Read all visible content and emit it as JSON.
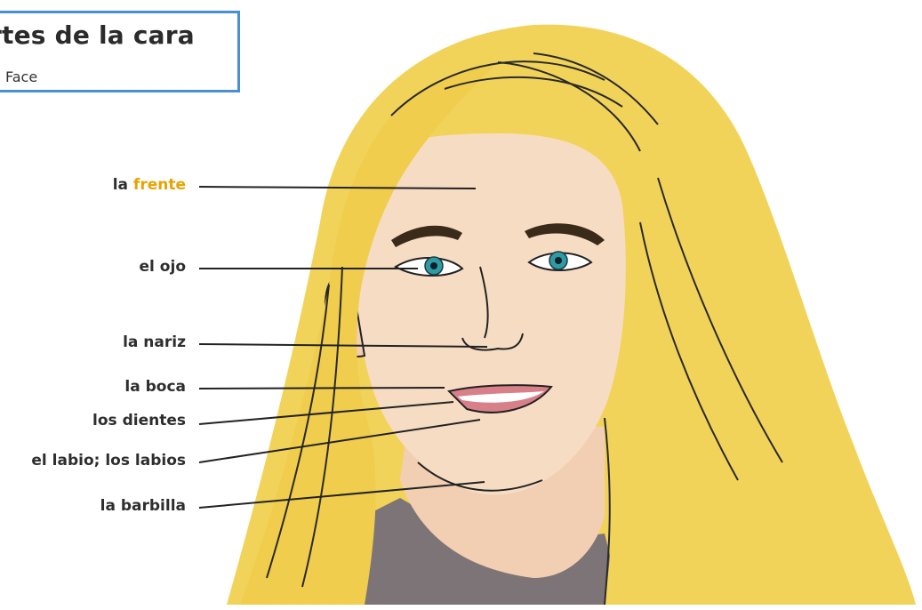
{
  "header": {
    "title": "rtes de la cara",
    "subtitle": "Face",
    "accent_color": "#4a8fd6"
  },
  "labels": [
    {
      "id": "frente",
      "prefix": "la ",
      "word": "frente",
      "highlight": true
    },
    {
      "id": "ojo",
      "prefix": "",
      "word": "el ojo",
      "highlight": false
    },
    {
      "id": "nariz",
      "prefix": "",
      "word": "la nariz",
      "highlight": false
    },
    {
      "id": "boca",
      "prefix": "",
      "word": "la boca",
      "highlight": false
    },
    {
      "id": "dientes",
      "prefix": "",
      "word": "los dientes",
      "highlight": false
    },
    {
      "id": "labios",
      "prefix": "",
      "word": "el labio; los labios",
      "highlight": false
    },
    {
      "id": "barbilla",
      "prefix": "",
      "word": "la barbilla",
      "highlight": false
    }
  ],
  "colors": {
    "hair": "#f2d35a",
    "hair_dark": "#e8b93a",
    "skin": "#f7dcc4",
    "shirt": "#7d7478",
    "eyes": "#2f9aa6",
    "highlight_text": "#e7a300"
  }
}
